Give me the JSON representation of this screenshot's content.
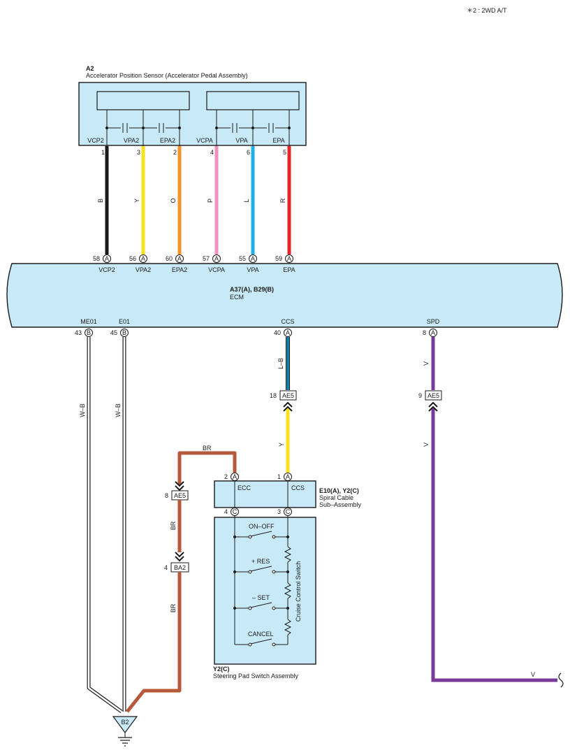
{
  "note": "＊2 : 2WD A/T",
  "sensor": {
    "code": "A2",
    "name": "Accelerator Position Sensor (Accelerator Pedal Assembly)",
    "pins": [
      {
        "label": "VCP2",
        "num": "1",
        "color_code": "B",
        "ecm_pin": "58",
        "ecm_label": "VCP2",
        "conn": "A"
      },
      {
        "label": "VPA2",
        "num": "3",
        "color_code": "Y",
        "ecm_pin": "56",
        "ecm_label": "VPA2",
        "conn": "A"
      },
      {
        "label": "EPA2",
        "num": "2",
        "color_code": "O",
        "ecm_pin": "60",
        "ecm_label": "EPA2",
        "conn": "A"
      },
      {
        "label": "VCPA",
        "num": "4",
        "color_code": "P",
        "ecm_pin": "57",
        "ecm_label": "VCPA",
        "conn": "A"
      },
      {
        "label": "VPA",
        "num": "6",
        "color_code": "L",
        "ecm_pin": "55",
        "ecm_label": "VPA",
        "conn": "A"
      },
      {
        "label": "EPA",
        "num": "5",
        "color_code": "R",
        "ecm_pin": "59",
        "ecm_label": "EPA",
        "conn": "A"
      }
    ]
  },
  "ecm": {
    "code": "A37(A), B29(B)",
    "name": "ECM",
    "bottom_pins": [
      {
        "label": "ME01",
        "num": "43",
        "conn": "B"
      },
      {
        "label": "E01",
        "num": "45",
        "conn": "B"
      },
      {
        "label": "CCS",
        "num": "40",
        "conn": "A"
      },
      {
        "label": "SPD",
        "num": "8",
        "conn": "A"
      }
    ]
  },
  "wires": {
    "me01": "W–B",
    "e01": "W–B",
    "ccs_upper": "L–B",
    "ccs_lower": "Y",
    "spd_upper": "V",
    "spd_lower": "V",
    "spd_end": "V",
    "br_top": "BR",
    "br_mid": "BR",
    "br_low": "BR"
  },
  "connectors": {
    "ae5_ccs": {
      "num": "18",
      "label": "AE5"
    },
    "ae5_spd": {
      "num": "9",
      "label": "AE5"
    },
    "ae5_br": {
      "num": "8",
      "label": "AE5"
    },
    "ba2": {
      "num": "4",
      "label": "BA2"
    }
  },
  "spiral": {
    "code": "E10(A), Y2(C)",
    "name1": "Spiral Cable",
    "name2": "Sub–Assembly",
    "top_pins": [
      {
        "num": "2",
        "conn": "A",
        "label": "ECC"
      },
      {
        "num": "1",
        "conn": "A",
        "label": "CCS"
      }
    ],
    "bottom_pins": [
      {
        "num": "4",
        "conn": "C"
      },
      {
        "num": "3",
        "conn": "C"
      }
    ]
  },
  "steering": {
    "code": "Y2(C)",
    "name": "Steering Pad Switch Assembly",
    "switch_label": "Cruise Control Switch",
    "switches": [
      "ON–OFF",
      "+ RES",
      "– SET",
      "CANCEL"
    ]
  },
  "ground": {
    "label": "B2"
  },
  "colors": {
    "panel": "#c8e9f7",
    "black": "#1a1a1a",
    "yellow": "#f7e21b",
    "orange": "#f5922a",
    "pink": "#ef8fc2",
    "blue": "#1fb0e6",
    "red": "#e8242b",
    "brown": "#b5593a",
    "violet": "#7a3a9a"
  }
}
